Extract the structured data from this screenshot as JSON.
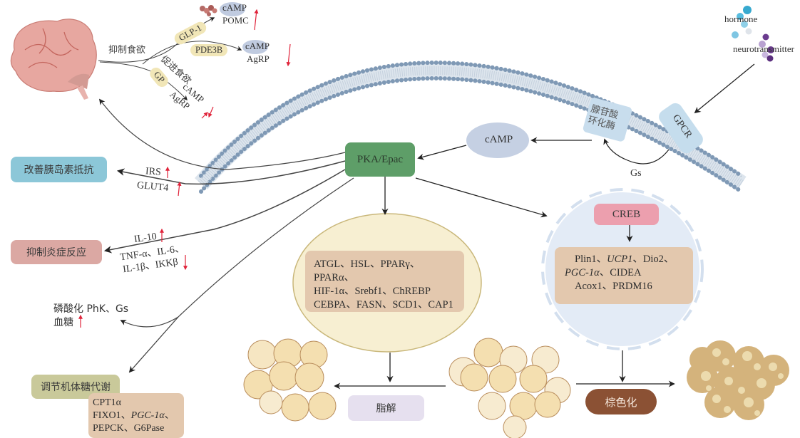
{
  "figure": {
    "membrane_label": "cell-membrane",
    "ligands": {
      "hormone": "hormone",
      "neurotransmitter": "neurotransmitter"
    },
    "gpcr": "GPCR",
    "adenylate_cyclase": "腺苷酸\n环化酶",
    "gs": "Gs",
    "camp": "cAMP",
    "pka_epac": "PKA/Epac",
    "brain": {
      "suppress_appetite": "抑制食欲",
      "promote_appetite": "促进食欲",
      "glp1": "GLP-1",
      "pde3b": "PDE3B",
      "gp": "GP",
      "camp_pomc": {
        "top": "cAMP",
        "bottom": "POMC",
        "direction": "up"
      },
      "camp_agrp_down": {
        "top": "cAMP",
        "bottom": "AgRP",
        "direction": "down"
      },
      "camp_agrp_updown": {
        "top": "cAMP",
        "bottom": "AgRP",
        "direction": "up-down"
      }
    },
    "outcomes": {
      "insulin": {
        "label": "改善胰岛素抵抗",
        "genes_up": [
          "IRS",
          "GLUT4"
        ],
        "color": "#8cc7d8"
      },
      "inflammation": {
        "label": "抑制炎症反应",
        "genes_up": [
          "IL-10"
        ],
        "genes_down": [
          "TNF-α、IL-6、",
          "IL-1β、IKKβ"
        ],
        "color": "#dba8a3"
      },
      "glycogen": {
        "line1": "磷酸化 PhK、Gs",
        "line2": "血糖"
      },
      "glucose": {
        "label": "调节机体糖代谢",
        "color": "#c9c99a",
        "genes": [
          "CPT1α",
          "FIXO1、",
          "PGC-1α",
          "、",
          "PEPCK、G6Pase"
        ]
      }
    },
    "white_adipocyte_genes": {
      "line1": "ATGL、HSL、PPARγ、PPARα、",
      "line2": "HIF-1α、Srebf1、ChREBP",
      "line3": "CEBPA、FASN、SCD1、CAP1"
    },
    "creb": {
      "label": "CREB",
      "line1a": "Plin1、",
      "line1b": "UCP1",
      "line1c": "、Dio2、",
      "line2a": "PGC-1α",
      "line2b": "、CIDEA",
      "line3": "Acox1、PRDM16"
    },
    "lipolysis": "脂解",
    "browning": "棕色化",
    "arrows": {
      "up": "↑",
      "down": "↓"
    },
    "colors": {
      "pka": "#5e9e68",
      "camp": "#c5d0e3",
      "gpcr": "#c5dded",
      "creb": "#ec9fae",
      "gene_box": "#e3c8ae",
      "white_cell": "#f7efd2",
      "brown_cell": "#d8bd8a",
      "nucleus": "#e3ebf6",
      "browning_pill": "#8b5134",
      "lipolysis_pill": "#e6e0ef",
      "arrow_red": "#e0233a"
    }
  }
}
